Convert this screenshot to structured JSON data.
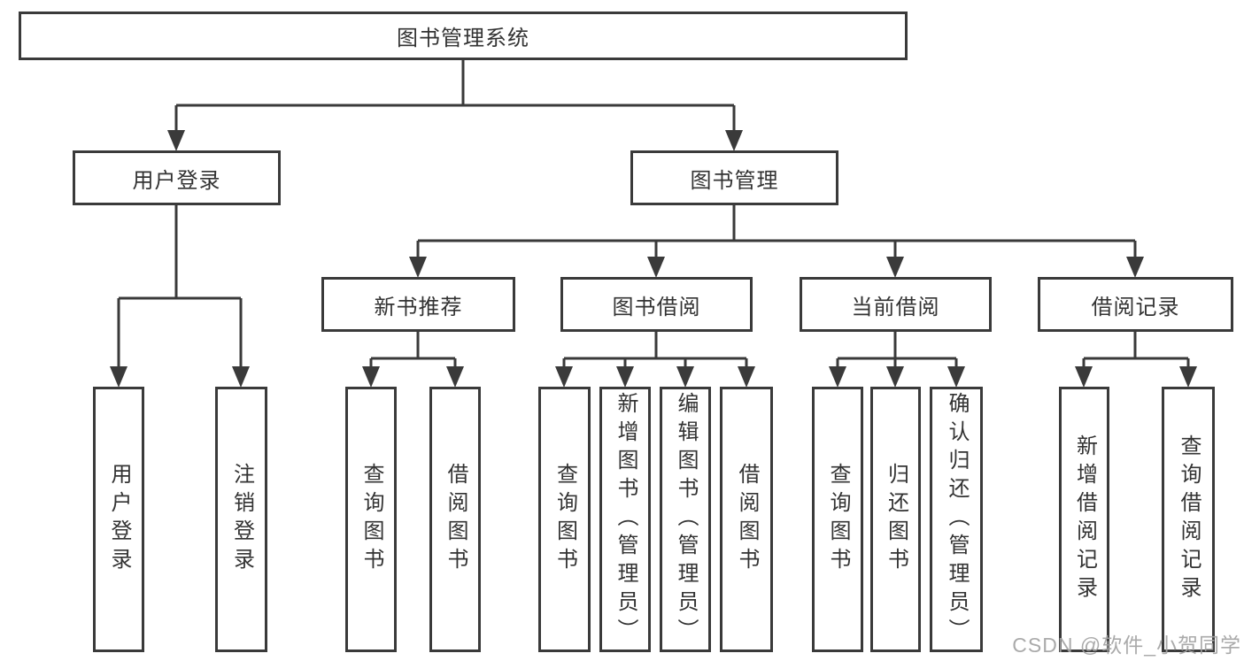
{
  "diagram": {
    "type": "hierarchy-tree",
    "colors": {
      "line": "#3a3a3a",
      "box_border": "#3a3a3a",
      "box_fill": "#ffffff",
      "text": "#333333",
      "watermark": "#a3a3a3"
    },
    "watermark": "CSDN @软件_小贺同学",
    "tree": {
      "label": "图书管理系统",
      "children": [
        {
          "label": "用户登录",
          "children": [
            {
              "label": "用户登录"
            },
            {
              "label": "注销登录"
            }
          ]
        },
        {
          "label": "图书管理",
          "children": [
            {
              "label": "新书推荐",
              "children": [
                {
                  "label": "查询图书"
                },
                {
                  "label": "借阅图书"
                }
              ]
            },
            {
              "label": "图书借阅",
              "children": [
                {
                  "label": "查询图书"
                },
                {
                  "label": "新增图书（管理员）"
                },
                {
                  "label": "编辑图书（管理员）"
                },
                {
                  "label": "借阅图书"
                }
              ]
            },
            {
              "label": "当前借阅",
              "children": [
                {
                  "label": "查询图书"
                },
                {
                  "label": "归还图书"
                },
                {
                  "label": "确认归还（管理员）"
                }
              ]
            },
            {
              "label": "借阅记录",
              "children": [
                {
                  "label": "新增借阅记录"
                },
                {
                  "label": "查询借阅记录"
                }
              ]
            }
          ]
        }
      ]
    }
  }
}
